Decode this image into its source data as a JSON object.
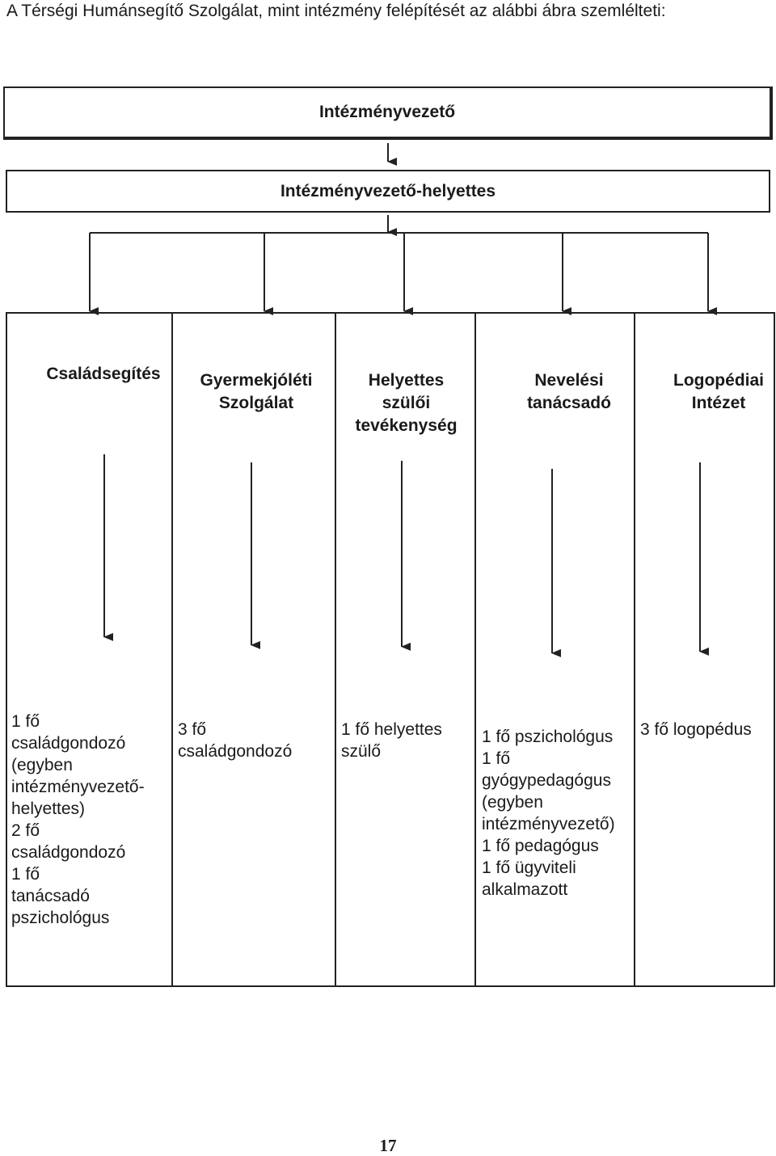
{
  "intro": "A Térségi Humánsegítő Szolgálat, mint intézmény felépítését az alábbi ábra szemlélteti:",
  "head": "Intézményvezető",
  "deputy": "Intézményvezető-helyettes",
  "units": [
    {
      "title": [
        "Családsegítés"
      ],
      "staff": [
        "1 fő",
        "családgondozó",
        "(egyben",
        "intézményvezető-",
        "helyettes)",
        "2 fő",
        "családgondozó",
        "1 fő",
        "tanácsadó",
        "pszichológus"
      ]
    },
    {
      "title": [
        "Gyermekjóléti",
        "Szolgálat"
      ],
      "staff": [
        "3 fő",
        "családgondozó"
      ]
    },
    {
      "title": [
        "Helyettes",
        "szülői",
        "tevékenység"
      ],
      "staff": [
        "1 fő helyettes",
        "szülő"
      ]
    },
    {
      "title": [
        "Nevelési",
        "tanácsadó"
      ],
      "staff": [
        "1 fő pszichológus",
        "1 fő",
        "gyógypedagógus",
        "(egyben",
        "intézményvezető)",
        "1 fő pedagógus",
        "1 fő ügyviteli",
        "alkalmazott"
      ]
    },
    {
      "title": [
        "Logopédiai",
        "Intézet"
      ],
      "staff": [
        "3 fő logopédus"
      ]
    }
  ],
  "page_number": "17"
}
